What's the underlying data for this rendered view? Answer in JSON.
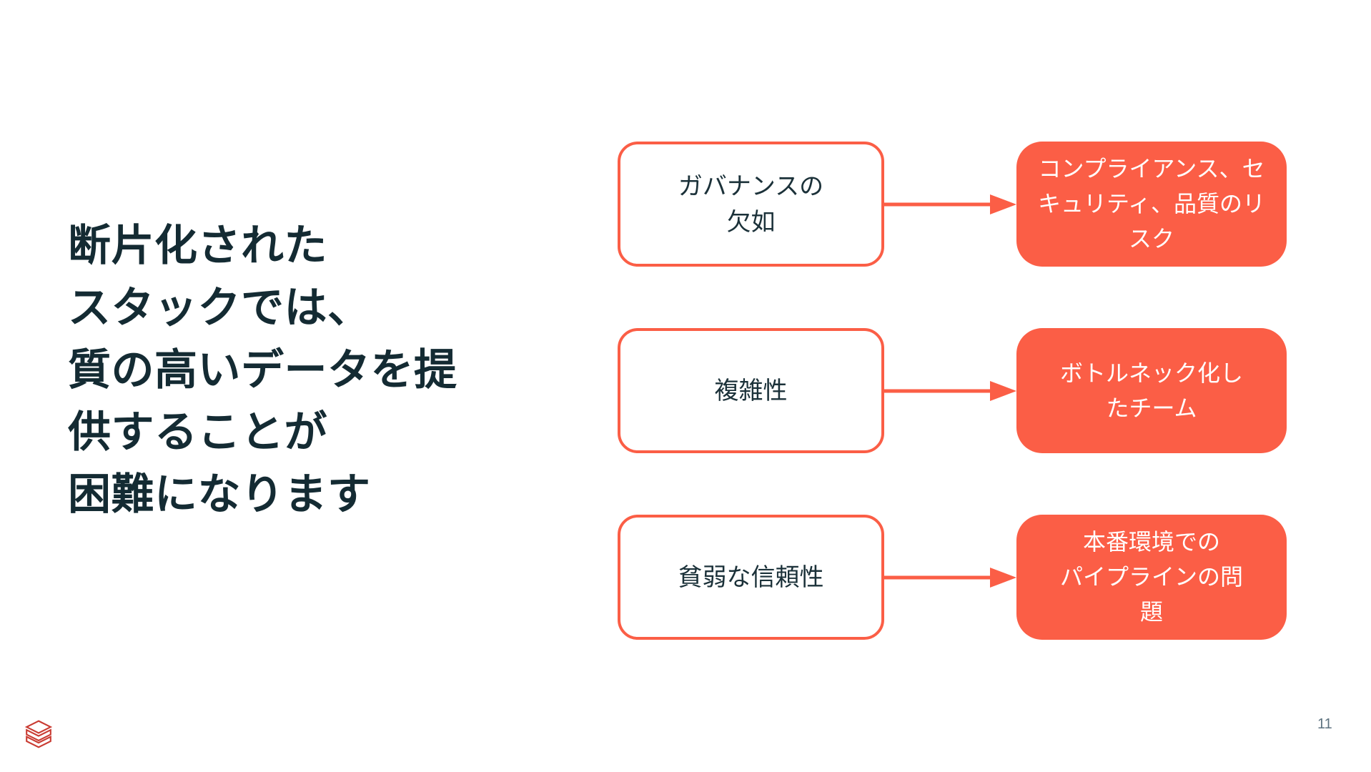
{
  "slide": {
    "headline": "断片化された\nスタックでは、\n質の高いデータを提\n供することが\n困難になります",
    "page_number": "11",
    "colors": {
      "accent_orange": "#fb5e46",
      "heading_navy": "#142b33",
      "box_text_navy": "#1b3139",
      "effect_text_white": "#ffffff",
      "page_number_gray": "#5e7380",
      "logo_red": "#c93b32"
    },
    "diagram": {
      "rows": [
        {
          "cause": "ガバナンスの\n欠如",
          "effect": "コンプライアンス、セ\nキュリティ、品質のリ\nスク"
        },
        {
          "cause": "複雑性",
          "effect": "ボトルネック化し\nたチーム"
        },
        {
          "cause": "貧弱な信頼性",
          "effect": "本番環境での\nパイプラインの問\n題"
        }
      ]
    }
  }
}
